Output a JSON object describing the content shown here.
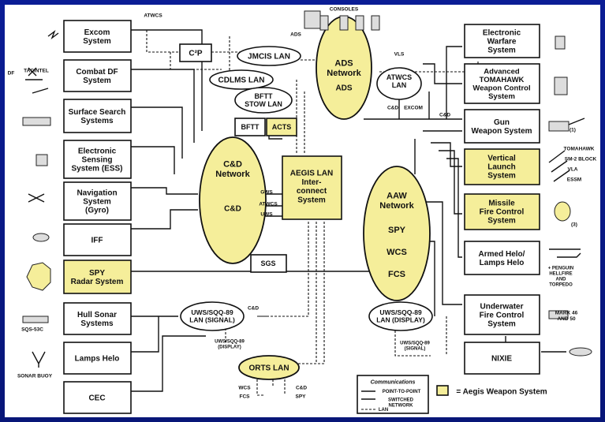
{
  "systems": {
    "excom": "Excom\nSystem",
    "combat_df": "Combat DF\nSystem",
    "surface_search": "Surface Search\nSystems",
    "ess": "Electronic\nSensing\nSystem (ESS)",
    "navigation": "Navigation\nSystem\n(Gyro)",
    "iff": "IFF",
    "spy_radar": "SPY\nRadar System",
    "hull_sonar": "Hull Sonar\nSystems",
    "lamps_helo": "Lamps Helo",
    "cec": "CEC",
    "electronic_warfare": "Electronic\nWarfare\nSystem",
    "tomahawk": "Advanced\nTOMAHAWK\nWeapon Control\nSystem",
    "gun": "Gun\nWeapon System",
    "vls": "Vertical\nLaunch\nSystem",
    "missile_fire": "Missile\nFire Control\nSystem",
    "armed_helo": "Armed Helo/\nLamps Helo",
    "underwater": "Underwater\nFire Control\nSystem",
    "nixie": "NIXIE",
    "c2p": "C²P",
    "bftt": "BFTT",
    "acts": "ACTS",
    "sgs": "SGS",
    "aegis_lan": "AEGIS LAN\nInter-\nconnect\nSystem"
  },
  "networks": {
    "cd": {
      "title": "C&D\nNetwork",
      "sub": "C&D"
    },
    "ads": {
      "title": "ADS\nNetwork",
      "sub": "ADS"
    },
    "aaw": {
      "title": "AAW\nNetwork",
      "items": [
        "SPY",
        "WCS",
        "FCS"
      ]
    }
  },
  "lans": {
    "jmcis": "JMCIS LAN",
    "cdlms": "CDLMS LAN",
    "bftt_stow": "BFTT\nSTOW LAN",
    "atwcs": "ATWCS\nLAN",
    "uws_sqq89_signal": "UWS/SQQ-89\nLAN (SIGNAL)",
    "uws_sqq89_display": "UWS/SQQ-89\nLAN (DISPLAY)",
    "orts": "ORTS LAN"
  },
  "small_labels": {
    "atwcs": "ATWCS",
    "consoles": "CONSOLES",
    "ads": "ADS",
    "vls": "VLS",
    "cd_under_atwcs": "C&D",
    "excom_under_atwcs": "EXCOM",
    "cd_gun": "C&D",
    "gws": "GWS",
    "atwcs_cd": "ATWCS",
    "uws": "UWS",
    "df": "DF",
    "tacintel": "TACINTEL",
    "sqs53c": "SQS-53C",
    "sonar_buoy": "SONAR BUOY",
    "cd_uws": "C&D",
    "uws_display": "UWS/SQQ-89\n(DISPLAY)",
    "uws_signal": "UWS/SQQ-89\n(SIGNAL)",
    "wcs": "WCS",
    "fcs": "FCS",
    "cd_orts": "C&D",
    "spy_orts": "SPY",
    "gun_note": "(1)",
    "tomahawk_w": "TOMAHAWK",
    "sm2": "SM-2 BLOCK",
    "vla": "VLA",
    "essm": "ESSM",
    "missile_note": "(3)",
    "penguin": "+ PENGUIN\nHELLFIRE\nAND\nTORPEDO",
    "mark": "MARK 46\nAND 50"
  },
  "legend": {
    "title": "Communications",
    "p2p": "POINT-TO-POINT",
    "switched": "SWITCHED\nNETWORK",
    "lan": "LAN",
    "aegis": "= Aegis Weapon System"
  },
  "icons": [
    "satellite-dish-icon",
    "radar-dish-icon",
    "antenna-icon",
    "tank-icon",
    "missile-icon",
    "helicopter-icon",
    "torpedo-tube-icon",
    "console-icon"
  ]
}
